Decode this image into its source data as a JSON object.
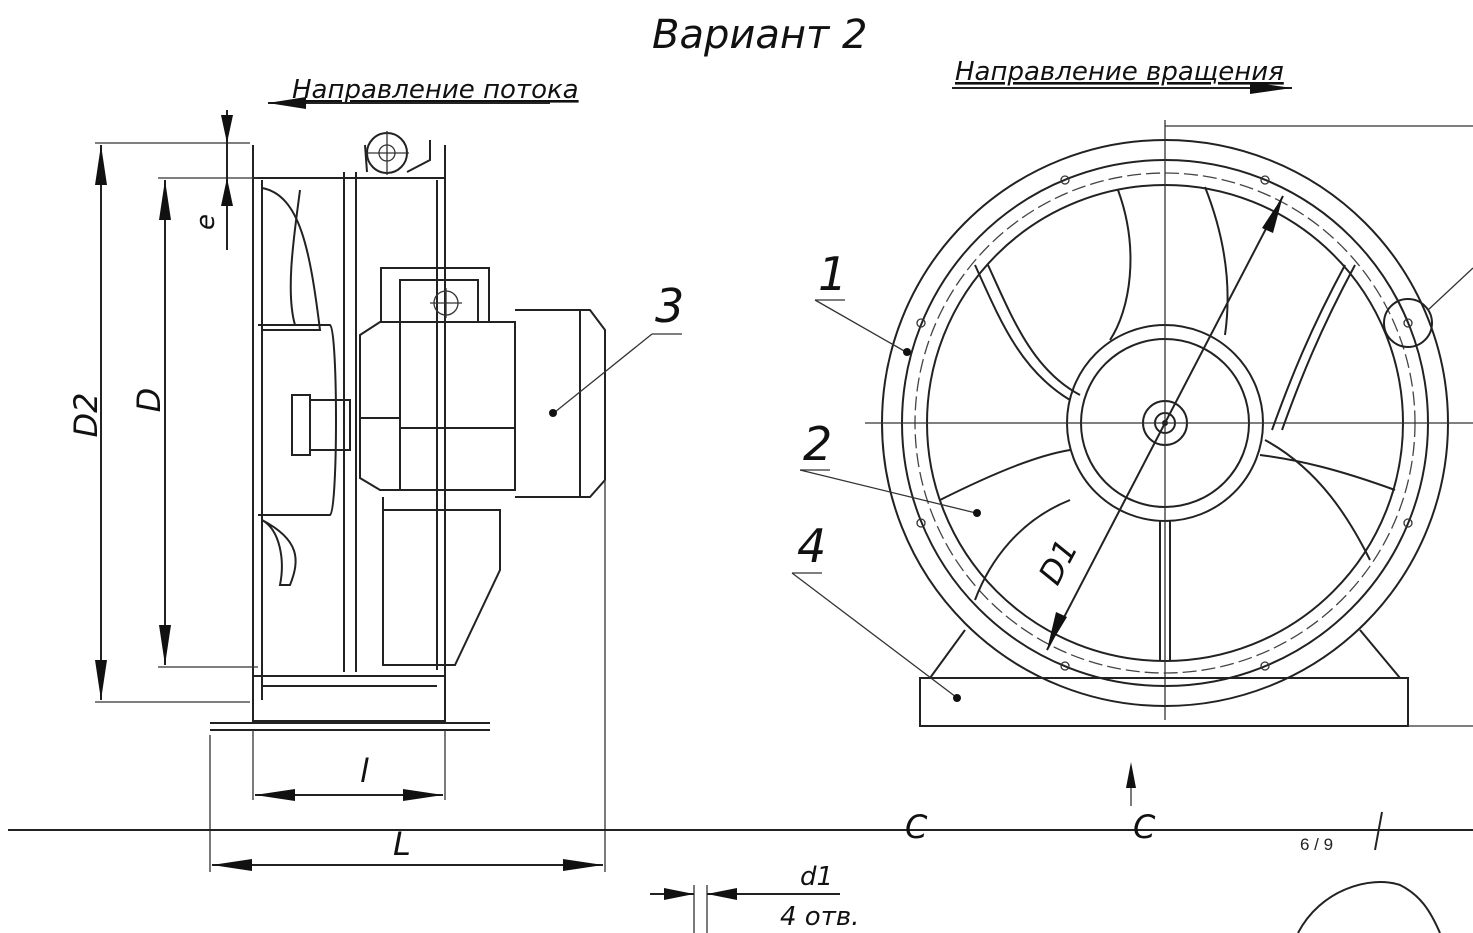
{
  "title": "Вариант 2",
  "flow_direction_label": "Направление потока",
  "rotation_direction_label": "Направление вращения",
  "callouts": [
    "1",
    "2",
    "3",
    "4"
  ],
  "dimensions": {
    "D2": "D2",
    "D": "D",
    "e": "e",
    "l": "l",
    "L": "L",
    "D1": "D1",
    "d1": "d1",
    "holes": "4 отв.",
    "section_left": "С",
    "section_right": "С"
  },
  "page_indicator": "6 / 9"
}
